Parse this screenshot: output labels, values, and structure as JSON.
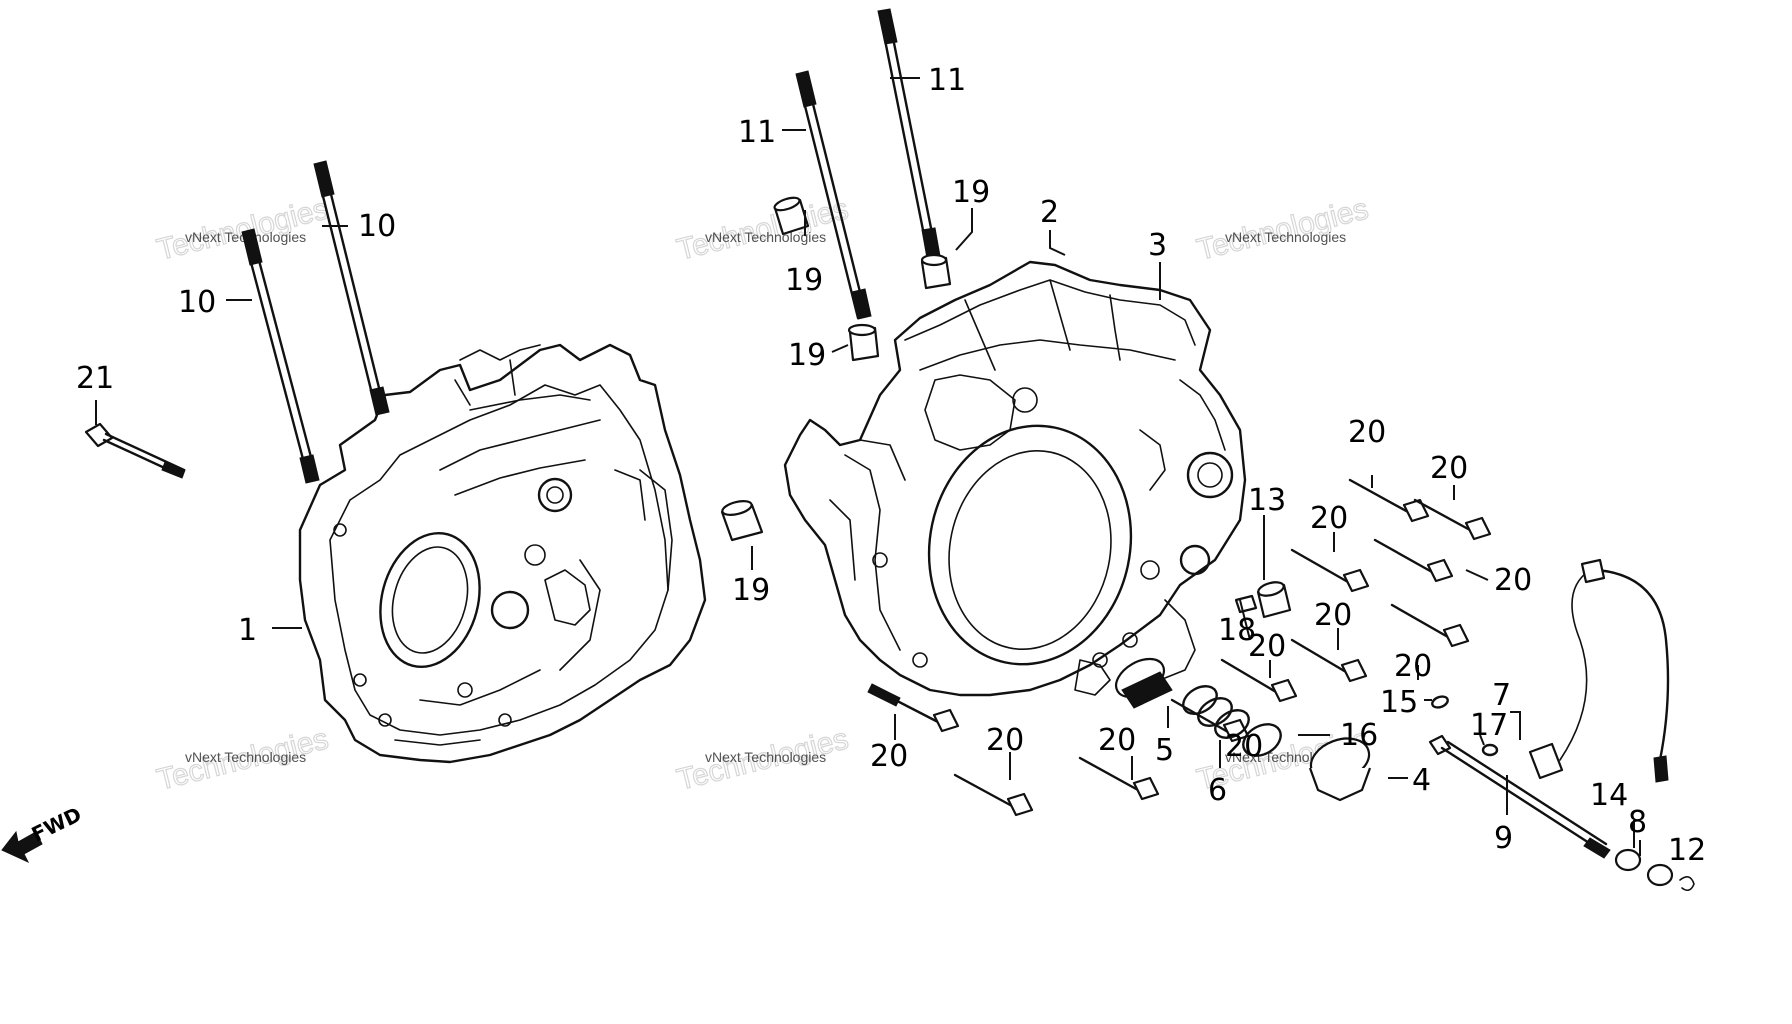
{
  "callouts": [
    {
      "id": "c1",
      "text": "1"
    },
    {
      "id": "c2",
      "text": "2"
    },
    {
      "id": "c3",
      "text": "3"
    },
    {
      "id": "c4",
      "text": "4"
    },
    {
      "id": "c5",
      "text": "5"
    },
    {
      "id": "c6",
      "text": "6"
    },
    {
      "id": "c7",
      "text": "7"
    },
    {
      "id": "c8",
      "text": "8"
    },
    {
      "id": "c9",
      "text": "9"
    },
    {
      "id": "c10a",
      "text": "10"
    },
    {
      "id": "c10b",
      "text": "10"
    },
    {
      "id": "c11a",
      "text": "11"
    },
    {
      "id": "c11b",
      "text": "11"
    },
    {
      "id": "c12",
      "text": "12"
    },
    {
      "id": "c13",
      "text": "13"
    },
    {
      "id": "c14",
      "text": "14"
    },
    {
      "id": "c15",
      "text": "15"
    },
    {
      "id": "c16",
      "text": "16"
    },
    {
      "id": "c17",
      "text": "17"
    },
    {
      "id": "c18",
      "text": "18"
    },
    {
      "id": "c19a",
      "text": "19"
    },
    {
      "id": "c19b",
      "text": "19"
    },
    {
      "id": "c19c",
      "text": "19"
    },
    {
      "id": "c19d",
      "text": "19"
    },
    {
      "id": "c20a",
      "text": "20"
    },
    {
      "id": "c20b",
      "text": "20"
    },
    {
      "id": "c20c",
      "text": "20"
    },
    {
      "id": "c20d",
      "text": "20"
    },
    {
      "id": "c20e",
      "text": "20"
    },
    {
      "id": "c20f",
      "text": "20"
    },
    {
      "id": "c20g",
      "text": "20"
    },
    {
      "id": "c20h",
      "text": "20"
    },
    {
      "id": "c20i",
      "text": "20"
    },
    {
      "id": "c20j",
      "text": "20"
    },
    {
      "id": "c20k",
      "text": "20"
    },
    {
      "id": "c21",
      "text": "21"
    }
  ],
  "fwd_label": "FWD",
  "watermark": {
    "line1": "vNext Technologies",
    "line2": "Technologies"
  }
}
